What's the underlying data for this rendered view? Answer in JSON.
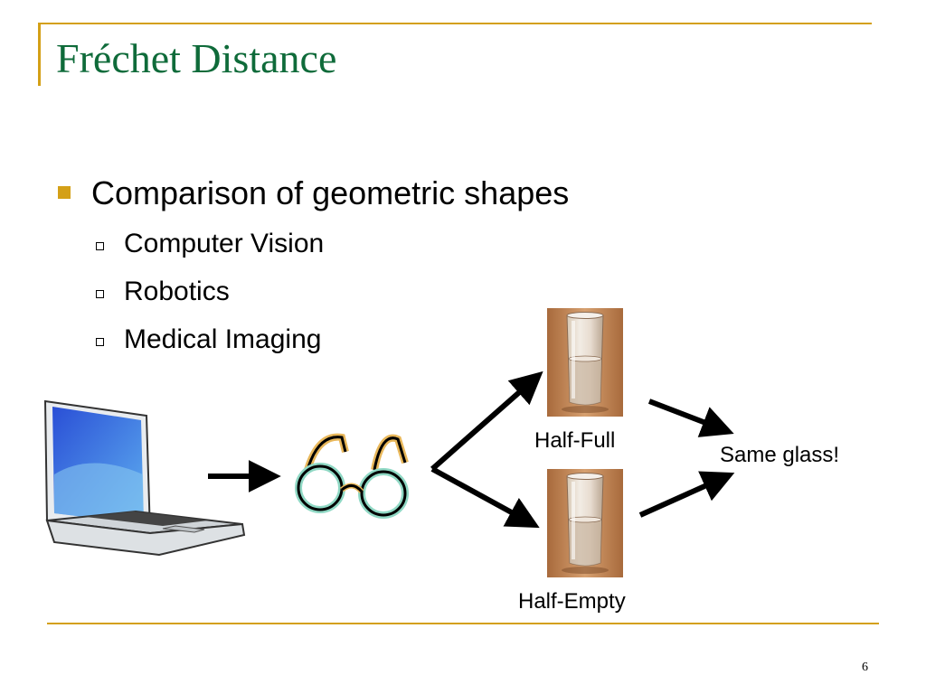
{
  "slide": {
    "title": "Fréchet Distance",
    "main_bullet": "Comparison of geometric shapes",
    "sub_bullets": [
      "Computer Vision",
      "Robotics",
      "Medical Imaging"
    ],
    "page_number": "6"
  },
  "illustration": {
    "label_half_full": "Half-Full",
    "label_half_empty": "Half-Empty",
    "label_same_glass": "Same glass!"
  },
  "colors": {
    "accent": "#d4a017",
    "title": "#0f6b3a",
    "glass_background": "#c9895a"
  },
  "icons": [
    "laptop-icon",
    "eyeglasses-icon",
    "glass-of-water-image",
    "arrow-icon"
  ]
}
